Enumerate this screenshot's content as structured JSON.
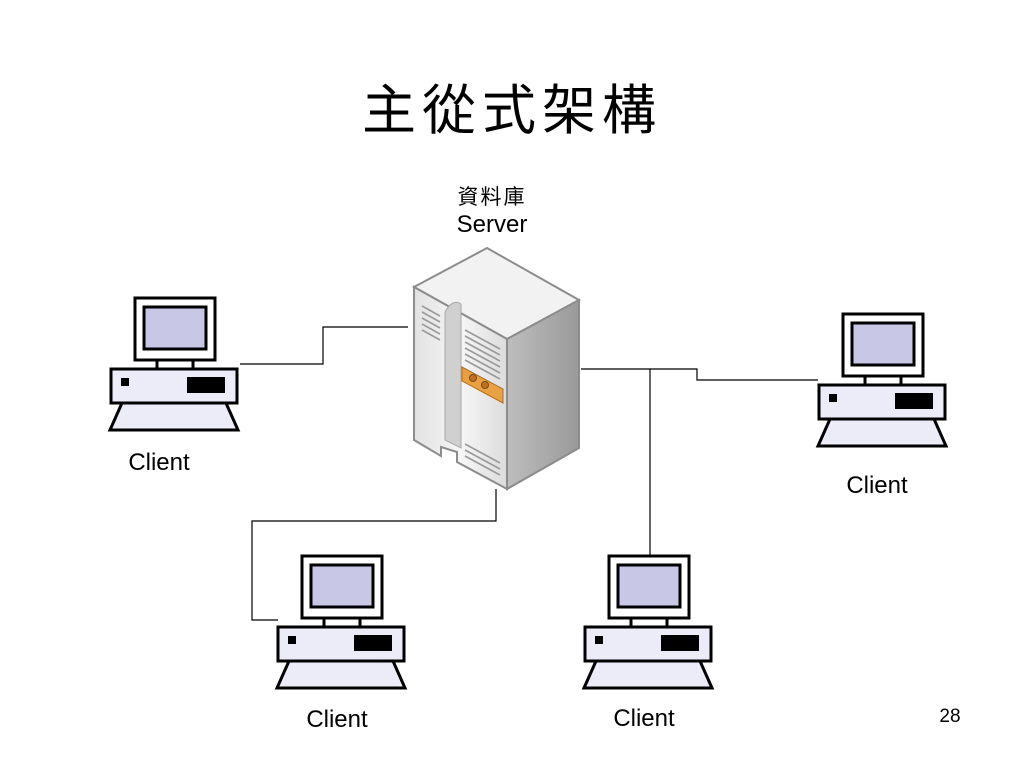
{
  "slide": {
    "title": "主從式架構",
    "page_number": "28"
  },
  "server": {
    "db_label": "資料庫",
    "label": "Server",
    "icon": "server-tower-icon",
    "accent_color": "#e8a040"
  },
  "clients": [
    {
      "label": "Client",
      "icon": "desktop-computer-icon"
    },
    {
      "label": "Client",
      "icon": "desktop-computer-icon"
    },
    {
      "label": "Client",
      "icon": "desktop-computer-icon"
    },
    {
      "label": "Client",
      "icon": "desktop-computer-icon"
    }
  ],
  "colors": {
    "screen": "#c8c8e6",
    "case": "#ececf8",
    "outline": "#000000",
    "connector": "#000000"
  }
}
